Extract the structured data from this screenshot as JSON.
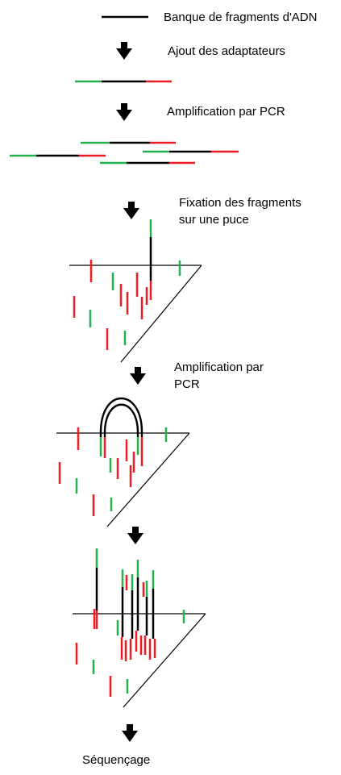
{
  "colors": {
    "dna": "#000000",
    "adapter_green": "#22b14c",
    "adapter_red": "#ed1c24",
    "background": "#ffffff"
  },
  "steps": {
    "legend": "Banque de fragments d'ADN",
    "step1": "Ajout des adaptateurs",
    "step2": "Amplification par PCR",
    "step3_line1": "Fixation des fragments",
    "step3_line2": "sur une puce",
    "step4_line1": "Amplification par",
    "step4_line2": "PCR",
    "final": "Séquençage"
  },
  "icons": {
    "arrow": "down-arrow-icon",
    "legend_line": "dna-fragment-line-icon"
  }
}
